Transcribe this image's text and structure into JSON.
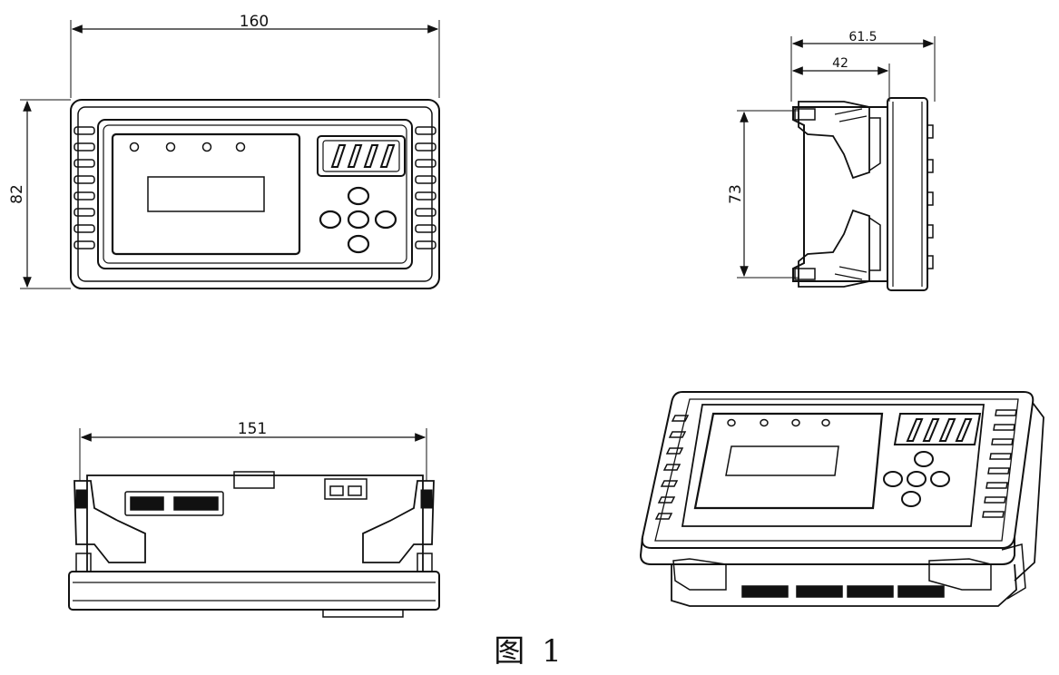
{
  "dimensions": {
    "front_width": "160",
    "front_height": "82",
    "side_depth_total": "61.5",
    "side_depth_body": "42",
    "side_height": "73",
    "bottom_width": "151"
  },
  "caption": "图 1"
}
